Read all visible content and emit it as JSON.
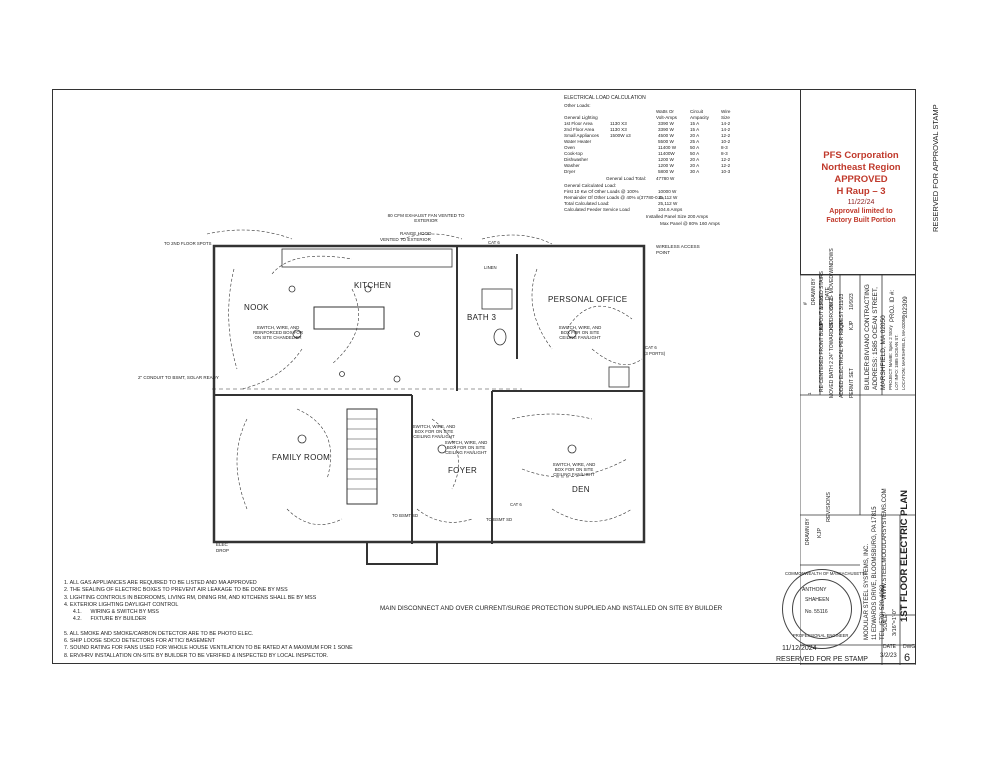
{
  "calc": {
    "title": "ELECTRICAL LOAD CALCULATION",
    "subtitle": "Other Loads:",
    "headers": {
      "c1": "Watts Or",
      "c1b": "Volt-Amps",
      "c2": "Circuit",
      "c2b": "Ampacity",
      "c3": "Wire",
      "c3b": "Size"
    },
    "rows": [
      {
        "name": "General Lighting",
        "qty": "",
        "watts": "",
        "amps": "",
        "wire": ""
      },
      {
        "name": "1st Floor Area",
        "qty": "1130   X3",
        "watts": "3390 W",
        "amps": "15 A",
        "wire": "14-2"
      },
      {
        "name": "2nd Floor Area",
        "qty": "1130   X3",
        "watts": "3390 W",
        "amps": "15 A",
        "wire": "14-2"
      },
      {
        "name": "Small Appliances",
        "qty": "1500W x3",
        "watts": "4500 W",
        "amps": "20 A",
        "wire": "12-2"
      },
      {
        "name": "Water Heater",
        "qty": "",
        "watts": "5500 W",
        "amps": "25 A",
        "wire": "10-2"
      },
      {
        "name": "Oven",
        "qty": "",
        "watts": "11400 W",
        "amps": "50 A",
        "wire": "8-3"
      },
      {
        "name": "Cook-top",
        "qty": "",
        "watts": "11400W",
        "amps": "50 A",
        "wire": "8-3"
      },
      {
        "name": "Dishwasher",
        "qty": "",
        "watts": "1200 W",
        "amps": "20 A",
        "wire": "12-2"
      },
      {
        "name": "Washer",
        "qty": "",
        "watts": "1200 W",
        "amps": "20 A",
        "wire": "12-2"
      },
      {
        "name": "Dryer",
        "qty": "",
        "watts": "5800 W",
        "amps": "30 A",
        "wire": "10-3"
      }
    ],
    "total_label": "General Load Total:",
    "total_value": "47780 W",
    "calc_title": "General Calculated Load:",
    "calc_rows": [
      {
        "name": "First 10 Kw Of Other Loads @ 100%",
        "value": "10000 W"
      },
      {
        "name": "Remainder Of Other Loads @ 40% x(37780-0.4=",
        "value": "15,112 W"
      },
      {
        "name": "Total Calculated Load:",
        "value": "25,112 W"
      },
      {
        "name": "Calculated Feeder Service Load",
        "value": "104.6 Amps"
      }
    ],
    "panel_rows": [
      "Installed Panel Size 200 Amps",
      "Max Panel @ 80%  160 Amps"
    ]
  },
  "stamp": {
    "l1": "PFS Corporation",
    "l2": "Northeast Region",
    "l3": "APPROVED",
    "l4": "H Raup – 3",
    "l5": "11/22/24",
    "l6": "Approval limited to",
    "l7": "Factory Built Portion",
    "color": "#c0392b"
  },
  "reserved_approval": "RESERVED FOR APPROVAL STAMP",
  "reserved_pe": "RESERVED FOR PE STAMP",
  "rooms": {
    "kitchen": "KITCHEN",
    "nook": "NOOK",
    "bath3": "BATH 3",
    "office": "PERSONAL OFFICE",
    "family": "FAMILY ROOM",
    "foyer": "FOYER",
    "den": "DEN"
  },
  "labels": {
    "exhaust": "80 CFM EXHAUST FAN VENTED TO EXTERIOR",
    "hood1": "RANGE HOOD",
    "hood2": "VENTED TO EXTERIOR",
    "floor_spots": "TO 2ND FLOOR SPOTS",
    "wireless1": "WIRELESS ACCESS",
    "wireless2": "POINT",
    "cat6": "CAT 6",
    "cat6b": "CAT 6",
    "cat6c": "CAT 6",
    "cat6c2": "(3 PORTS)",
    "conduit": "2\" CONDUIT TO BSMT, SOLAR READY",
    "nook_box": "SWITCH, WIRE, AND REINFORCED BOX FOR ON SITE CHANDELIER",
    "office_box": "SWITCH, WIRE, AND BOX FOR ON SITE CEILING FAN/LIGHT",
    "family_box": "SWITCH, WIRE, AND BOX FOR ON SITE CEILING FAN/LIGHT",
    "foyer_box": "SWITCH, WIRE, AND BOX FOR ON SITE CEILING FAN/LIGHT",
    "den_box": "SWITCH, WIRE, AND BOX FOR ON SITE CEILING FAN/LIGHT",
    "bsmt_sd1": "TO BSMT SD",
    "bsmt_sd2": "TO BSMT SD",
    "elec": "ELEC",
    "drop": "DROP",
    "linen": "LINEN",
    "main_disconnect": "MAIN DISCONNECT AND OVER CURRENT/SURGE PROTECTION SUPPLIED AND INSTALLED ON SITE BY BUILDER"
  },
  "notes": [
    "1.    ALL GAS APPLIANCES ARE REQUIRED TO BE LISTED  AND MA APPROVED",
    "2.    THE SEALING OF ELECTRIC BOXES TO PREVENT AIR LEAKAGE TO BE DONE BY MSS",
    "3.    LIGHTING CONTROLS IN BEDROOMS, LIVING RM, DINING RM, AND KITCHENS SHALL BE BY MSS",
    "4.    EXTERIOR LIGHTING DAYLIGHT CONTROL",
    "      4.1.      WIRING & SWITCH BY MSS",
    "      4.2.      FIXTURE BY BUILDER",
    "",
    "5.    ALL SMOKE AND SMOKE/CARBON DETECTOR ARE TO BE PHOTO ELEC.",
    "6.    SHIP LOOSE SD/CO DETECTORS FOR  ATTIC/ BASEMENT",
    "7.    SOUND RATING FOR FANS USED FOR WHOLE HOUSE VENTILATION TO BE RATED AT A MAXIMUM FOR 1 SONE",
    "8.    ERV/HRV INSTALLATION ON-SITE BY BUILDER TO BE VERIFIED & INSPECTED BY LOCAL INSPECTOR."
  ],
  "title_block": {
    "company": "MODULAR STEEL SYSTEMS, INC.",
    "address": "11 EDWARDS DRIVE, BLOOMSBURG, PA 17815",
    "phone": "TEL. (570) 520-4062",
    "web": "WWW.STEELMODULARSYSTEMS.COM",
    "sheet_title": "1ST FLOOR ELECTRIC PLAN",
    "drawn_by_label": "DRAWN BY",
    "drawn_by": "KJP",
    "scale_label": "SCALE",
    "scale": "3/16\"=1'-0\"",
    "date_label": "DATE",
    "date": "3/2/23",
    "dwg_label": "DWG",
    "dwg": "6",
    "builder": "BUILDER:BIVIANO CONTRACTING",
    "builder_addr": "ADDRESS: 1585 OCEAN STREET,",
    "builder_city": "MARSHFIELD, MA 02050",
    "project": "PROJECT NAME: Spec 2 Story",
    "location1": "LOT INFO: 1885 OCEAN ST.",
    "location2": "LOCATION:    MARSHFIELD, MA 02050",
    "proj_id_label": "PROJ. ID #:",
    "proj_id": "202309",
    "revisions_label": "REVISIONS",
    "rev_headers": {
      "num": "#",
      "drawn": "DRAWN BY",
      "date": "DATE"
    },
    "revisions": [
      {
        "num": "1",
        "desc": "RE-CENTERED FRONT BUMPOUT & FIXED STAIRS",
        "by": "KJP",
        "date": "3/3/23"
      },
      {
        "num": "2",
        "desc": "MOVED BATH 2 24\" TOWARD BEDROOM 2 - MOVED WINDOWS",
        "by": "KJP",
        "date": "3/6/23"
      },
      {
        "num": "3",
        "desc": "ADDED ELECTRICAL PER REQUEST",
        "by": "KJP",
        "date": "3/11/23"
      },
      {
        "num": "4",
        "desc": "PERMIT SET",
        "by": "KJP",
        "date": "10/9/23"
      }
    ]
  },
  "pe_stamp": {
    "ring": "COMMONWEALTH OF MASSACHUSETTS",
    "name": "ANTHONY",
    "name2": "SHAHEEN",
    "num": "No. 55116",
    "type": "PROFESSIONAL ENGINEER",
    "date": "11/12/2024"
  }
}
